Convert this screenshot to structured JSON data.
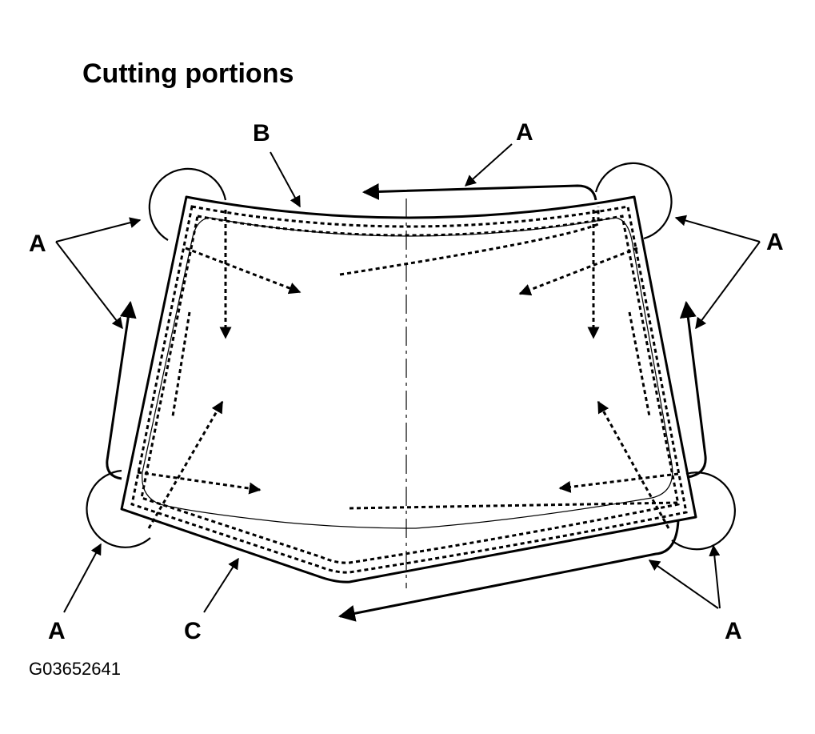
{
  "title": "Cutting portions",
  "figure_id": "G03652641",
  "callouts": {
    "a": "A",
    "b": "B",
    "c": "C"
  },
  "colors": {
    "ink": "#000000",
    "background": "#ffffff"
  }
}
